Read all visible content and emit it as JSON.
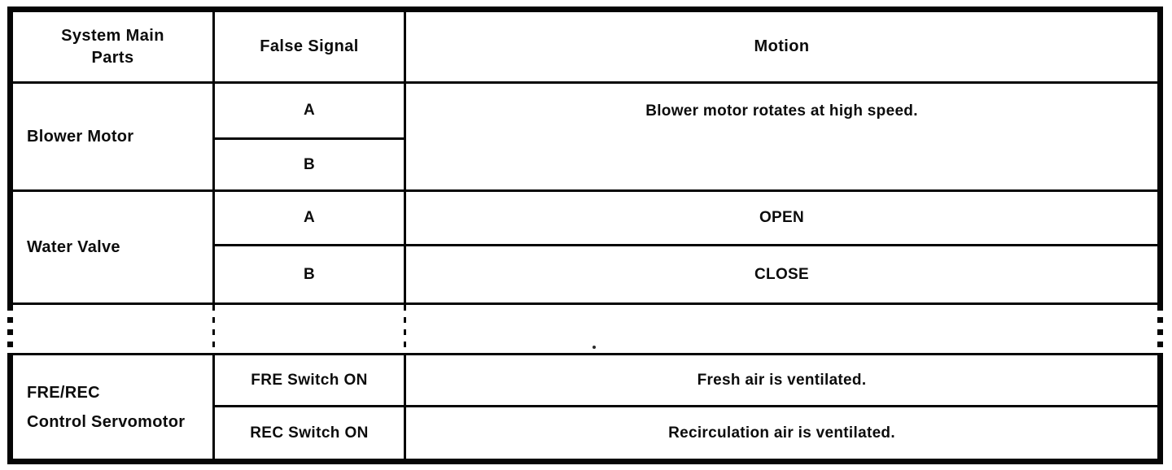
{
  "table": {
    "columns": [
      "System Main Parts",
      "False Signal",
      "Motion"
    ],
    "header": {
      "col1_lines": [
        "System Main",
        "Parts"
      ]
    },
    "groups": [
      {
        "part_lines": [
          "Blower Motor"
        ],
        "rows": [
          {
            "signal": "A"
          },
          {
            "signal": "B"
          }
        ],
        "merged_motion": "Blower motor rotates at high speed."
      },
      {
        "part_lines": [
          "Water Valve"
        ],
        "rows": [
          {
            "signal": "A",
            "motion": "OPEN"
          },
          {
            "signal": "B",
            "motion": "CLOSE"
          }
        ]
      },
      {
        "part_lines": [
          "FRE/REC",
          "Control Servomotor"
        ],
        "rows": [
          {
            "signal": "FRE Switch ON",
            "motion": "Fresh air is ventilated."
          },
          {
            "signal": "REC Switch ON",
            "motion": "Recirculation air is ventilated."
          }
        ]
      }
    ],
    "colors": {
      "line": "#050505",
      "text": "#0c0c0c",
      "background": "#ffffff"
    }
  }
}
